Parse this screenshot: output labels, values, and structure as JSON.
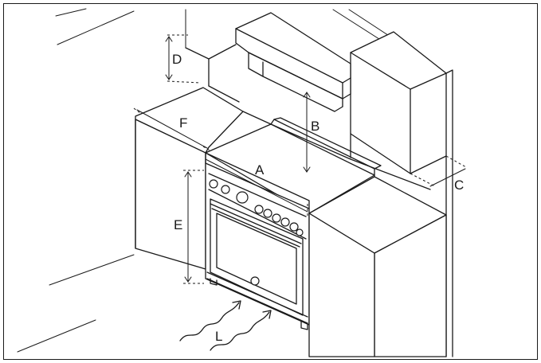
{
  "labels": {
    "a": "A",
    "b": "B",
    "c": "C",
    "d": "D",
    "e": "E",
    "f": "F",
    "l": "L"
  },
  "colors": {
    "line": "#1a1a1a",
    "background": "#ffffff"
  }
}
